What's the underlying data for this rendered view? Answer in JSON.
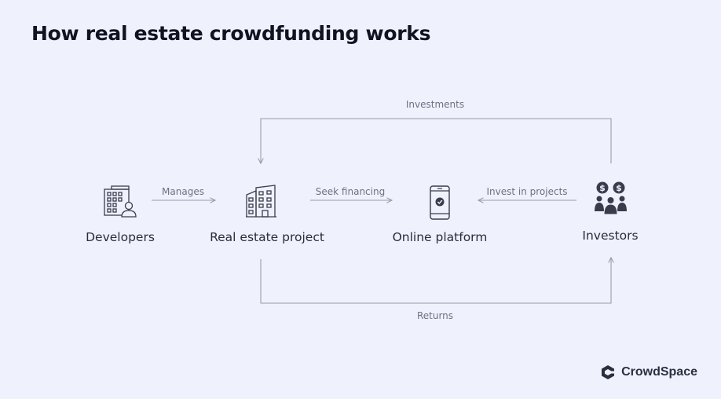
{
  "title": "How real estate crowdfunding works",
  "nodes": {
    "developers": {
      "label": "Developers",
      "icon": "office-building-with-person-icon"
    },
    "project": {
      "label": "Real estate project",
      "icon": "apartment-building-icon"
    },
    "platform": {
      "label": "Online platform",
      "icon": "smartphone-check-icon"
    },
    "investors": {
      "label": "Investors",
      "icon": "investor-group-dollar-icon"
    }
  },
  "edges": {
    "manages": "Manages",
    "seek_financing": "Seek financing",
    "invest_in_projects": "Invest in projects",
    "investments": "Investments",
    "returns": "Returns"
  },
  "brand": {
    "name": "CrowdSpace",
    "icon": "crowdspace-logo-icon"
  },
  "colors": {
    "background": "#eff1fd",
    "line": "#9a9cab",
    "icon": "#3a3c4c",
    "title": "#111322"
  }
}
